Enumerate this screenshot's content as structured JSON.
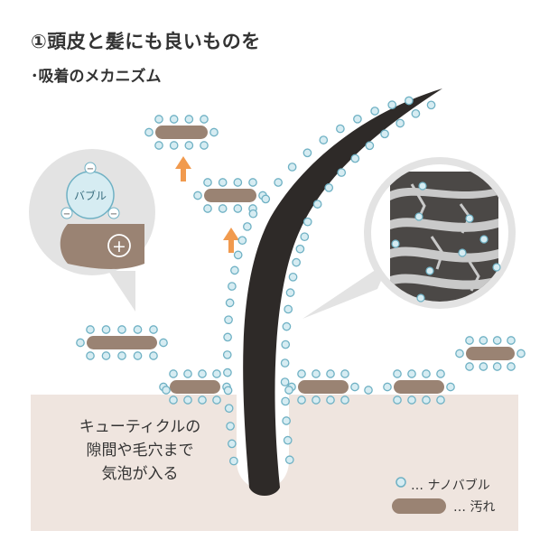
{
  "heading": {
    "title": "①頭皮と髪にも良いものを",
    "subtitle": "･吸着のメカニズム"
  },
  "caption": {
    "line1": "キューティクルの",
    "line2": "隙間や毛穴まで",
    "line3": "気泡が入る"
  },
  "callout": {
    "bubble_label": "バブル",
    "minus": "−",
    "plus": "+"
  },
  "legend": {
    "bubble_text": "… ナノバブル",
    "dirt_text": "… 汚れ"
  },
  "colors": {
    "bubble_fill": "#d6ecf2",
    "bubble_stroke": "#6fb1c4",
    "dirt": "#9a8373",
    "skin": "#efe5df",
    "hair": "#2e2a28",
    "arrow": "#f19a4e",
    "callout_bg": "#e3e3e3"
  }
}
